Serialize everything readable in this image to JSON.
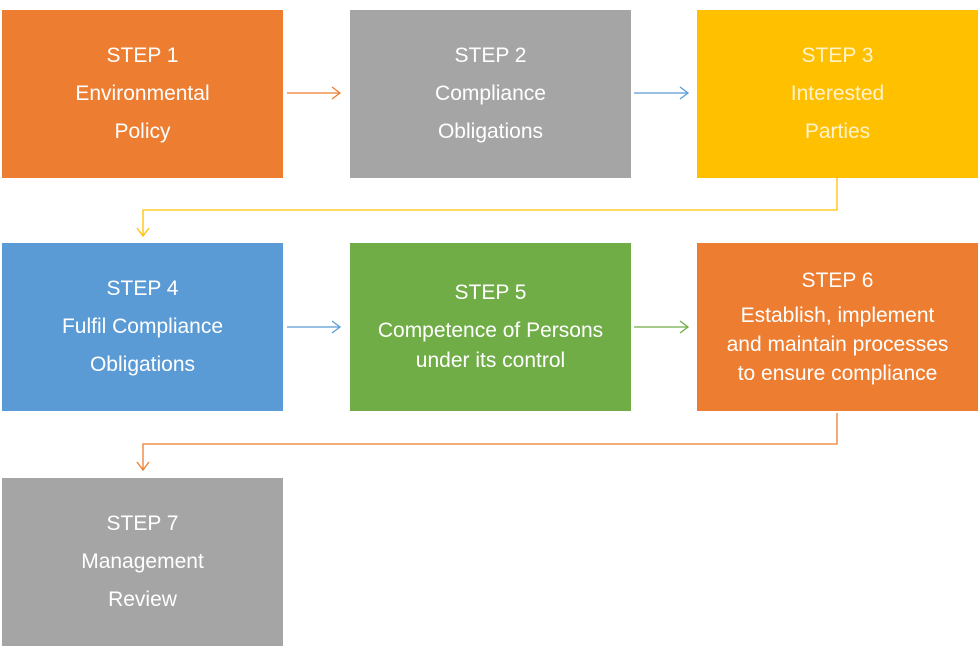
{
  "steps": [
    {
      "title": "STEP 1",
      "lines": [
        "Environmental",
        "Policy"
      ],
      "color": "#ED7D31",
      "text_color": "#FFFFFF"
    },
    {
      "title": "STEP 2",
      "lines": [
        "Compliance",
        "Obligations"
      ],
      "color": "#A5A5A5",
      "text_color": "#FFFFFF"
    },
    {
      "title": "STEP 3",
      "lines": [
        "Interested",
        "Parties"
      ],
      "color": "#FFC000",
      "text_color": "#FFF2CC"
    },
    {
      "title": "STEP 4",
      "lines": [
        "Fulfil Compliance",
        "Obligations"
      ],
      "color": "#5B9BD5",
      "text_color": "#FFFFFF"
    },
    {
      "title": "STEP 5",
      "lines": [
        "Competence of Persons",
        "under its control"
      ],
      "color": "#70AD47",
      "text_color": "#FFFFFF"
    },
    {
      "title": "STEP 6",
      "lines": [
        "Establish, implement",
        "and maintain processes",
        "to ensure compliance"
      ],
      "color": "#ED7D31",
      "text_color": "#FFFFFF"
    },
    {
      "title": "STEP 7",
      "lines": [
        "Management",
        "Review"
      ],
      "color": "#A5A5A5",
      "text_color": "#FFFFFF"
    }
  ],
  "connectors": [
    {
      "from": "STEP 1",
      "to": "STEP 2",
      "color": "#ED7D31"
    },
    {
      "from": "STEP 2",
      "to": "STEP 3",
      "color": "#5B9BD5"
    },
    {
      "from": "STEP 3",
      "to": "STEP 4",
      "color": "#FFC000"
    },
    {
      "from": "STEP 4",
      "to": "STEP 5",
      "color": "#5B9BD5"
    },
    {
      "from": "STEP 5",
      "to": "STEP 6",
      "color": "#70AD47"
    },
    {
      "from": "STEP 6",
      "to": "STEP 7",
      "color": "#ED7D31"
    }
  ]
}
